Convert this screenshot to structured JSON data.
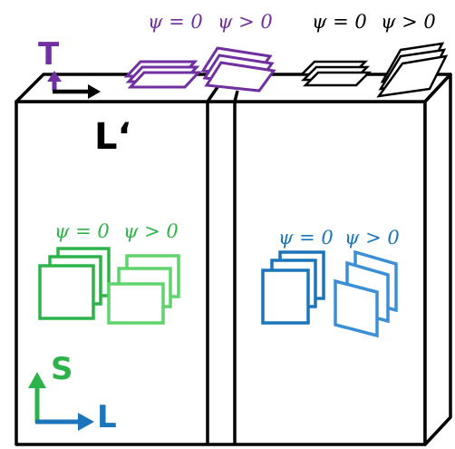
{
  "colors": {
    "purple": "#7030a0",
    "black": "#000000",
    "green": "#2db34a",
    "light_green": "#5ed46b",
    "blue": "#1b75bb",
    "light_blue": "#3a8fd6"
  },
  "labels": {
    "top_purple_left": "ψ = 0",
    "top_purple_right": "ψ > 0",
    "top_black_left": "ψ = 0",
    "top_black_right": "ψ > 0",
    "green_left": "ψ = 0",
    "green_right": "ψ > 0",
    "blue_left": "ψ = 0",
    "blue_right": "ψ > 0"
  },
  "axes": {
    "top_vertical": "T",
    "top_horizontal": "L‘",
    "bottom_vertical": "S",
    "bottom_horizontal": "L"
  }
}
